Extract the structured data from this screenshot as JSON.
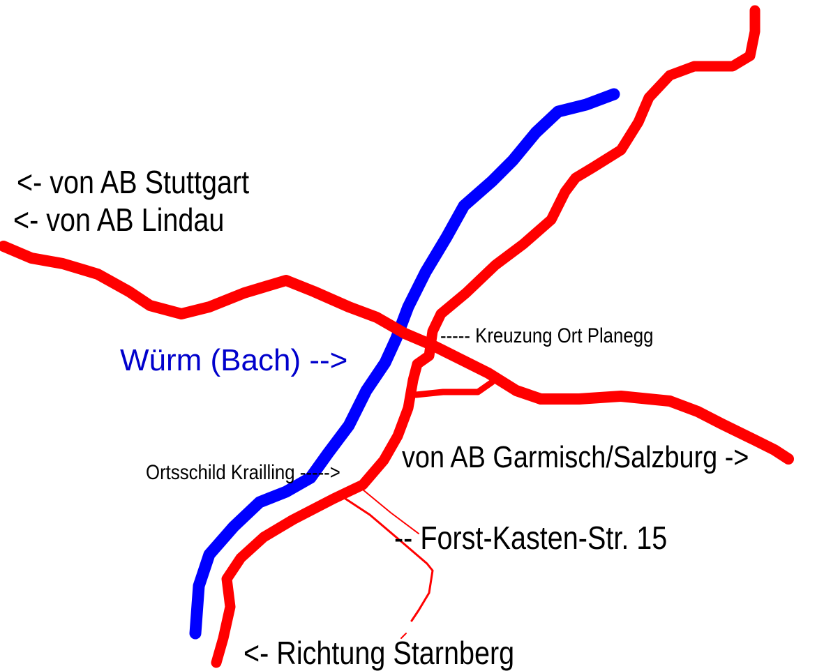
{
  "colors": {
    "background": "#ffffff",
    "road": "#ff0000",
    "river": "#0000ff",
    "text": "#000000",
    "river_text": "#0000cc"
  },
  "labels": {
    "stuttgart": "<- von AB Stuttgart",
    "lindau": "<- von AB Lindau",
    "wuerm": "Würm (Bach) -->",
    "kreuzung": "----- Kreuzung Ort Planegg",
    "garmisch": "von AB Garmisch/Salzburg ->",
    "ortsschild": "Ortsschild Krailling ----->",
    "forst": "-- Forst-Kasten-Str. 15",
    "starnberg": "<- Richtung Starnberg"
  }
}
